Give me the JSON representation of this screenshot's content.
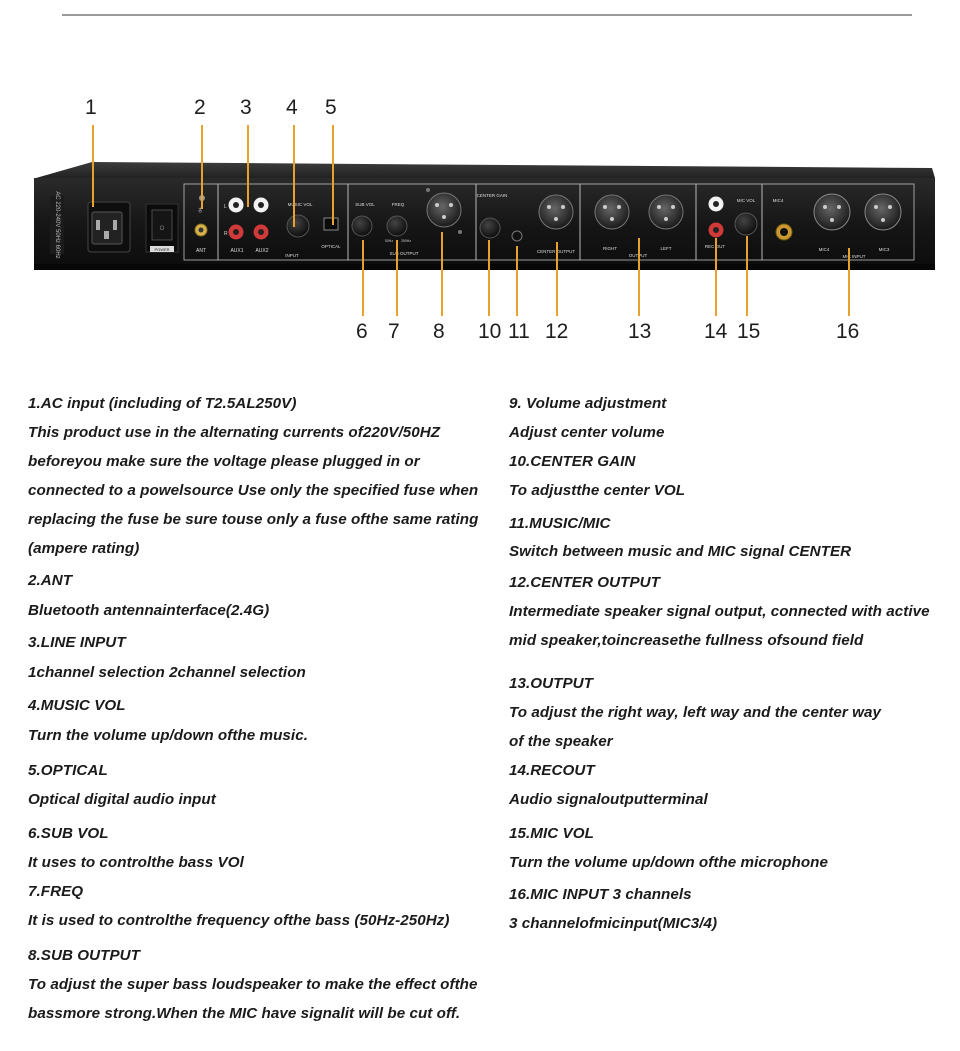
{
  "labels": {
    "n1": "1",
    "n2": "2",
    "n3": "3",
    "n4": "4",
    "n5": "5",
    "n6": "6",
    "n7": "7",
    "n8": "8",
    "n10": "10",
    "n11": "11",
    "n12": "12",
    "n13": "13",
    "n14": "14",
    "n15": "15",
    "n16": "16"
  },
  "panel": {
    "power_text": "AC 220-240V 50Hz 60Hz",
    "switch_text": "POWER",
    "ant": "ANT",
    "aux1": "AUX1",
    "aux2": "AUX2",
    "music_vol": "MUSIC VOL",
    "input": "INPUT",
    "optical": "OPTICAL",
    "sub_vol": "SUB VOL",
    "freq": "FREQ",
    "freq_lo": "50Hz",
    "freq_hi": "250Hz",
    "sub_output": "SUB OUTPUT",
    "center_gain": "CENTER GAIN",
    "center_output": "CENTER OUTPUT",
    "right": "RIGHT",
    "left": "LEFT",
    "output": "OUTPUT",
    "recout": "REC OUT",
    "mic_vol": "MIC VOL",
    "mic4": "MIC4",
    "mic3": "MIC3",
    "mic_input": "MIC INPUT",
    "mic_small": "MIC4"
  },
  "left_column": [
    "1.AC input (including of T2.5AL250V)",
    "This product use in the alternating currents of220V/50HZ",
    "beforeyou make sure the voltage please plugged in or",
    "connected to a powelsource Use only the specified fuse when",
    "replacing the fuse be sure touse only a fuse ofthe same rating",
    "(ampere rating)",
    "2.ANT",
    "Bluetooth antennainterface(2.4G)",
    "3.LINE INPUT",
    "1channel selection 2channel selection",
    "4.MUSIC VOL",
    "Turn the volume up/down ofthe music.",
    "5.OPTICAL",
    "Optical digital audio input",
    "6.SUB VOL",
    "It uses to controlthe bass VOl",
    "7.FREQ",
    "It is used to controlthe frequency ofthe bass (50Hz-250Hz)",
    "8.SUB OUTPUT",
    "To adjust the super bass loudspeaker to make the effect ofthe",
    "bassmore strong.When the MIC have signalit will be cut off."
  ],
  "right_column": [
    "9. Volume adjustment",
    "Adjust center volume",
    "10.CENTER GAIN",
    "To adjustthe center VOL",
    "11.MUSIC/MIC",
    "Switch between music and MIC signal CENTER",
    "12.CENTER OUTPUT",
    "Intermediate speaker signal output, connected with active",
    "mid speaker,toincreasethe fullness ofsound field",
    "13.OUTPUT",
    "To adjust the right way, left way and the center way",
    "of the speaker",
    "14.RECOUT",
    "Audio signaloutputterminal",
    "15.MIC VOL",
    "Turn the volume up/down ofthe microphone",
    "16.MIC INPUT 3 channels",
    "3 channelofmicinput(MIC3/4)"
  ],
  "colors": {
    "leader": "#e6a22a",
    "panel": "#1a1a1a",
    "text": "#1b1b1b"
  }
}
